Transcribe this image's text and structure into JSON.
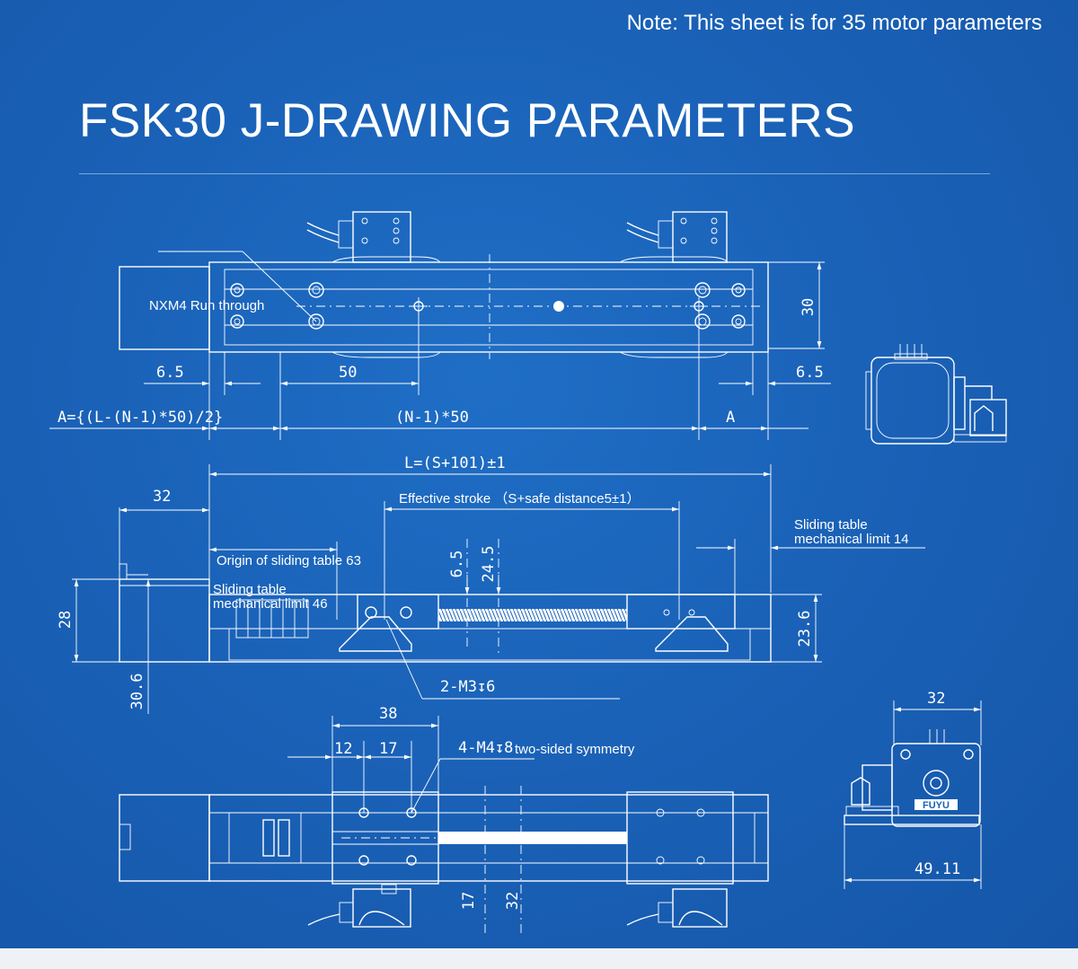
{
  "note": "Note: This sheet is for 35 motor parameters",
  "title": "FSK30 J-DRAWING PARAMETERS",
  "top_view": {
    "callout": "NXM4 Run through",
    "dim_height": "30",
    "dim_left_offset": "6.5",
    "dim_pitch": "50",
    "dim_right_offset": "6.5",
    "dim_A_formula": "A={(L-(N-1)*50)/2}",
    "dim_holes": "(N-1)*50",
    "dim_A": "A"
  },
  "side_view": {
    "dim_total_length": "L=(S+101)±1",
    "dim_motor": "32",
    "effective_stroke": "Effective stroke （S+safe distance5±1）",
    "origin_label": "Origin of sliding table 63",
    "limit_right_line1": "Sliding table",
    "limit_right_line2": "mechanical limit 14",
    "limit_left_line1": "Sliding table",
    "limit_left_line2": "mechanical limit 46",
    "dim_6_5": "6.5",
    "dim_24_5": "24.5",
    "dim_28": "28",
    "dim_23_6": "23.6",
    "dim_30_6": "30.6",
    "thread_label": "2-M3↧6"
  },
  "bottom_view": {
    "dim_38": "38",
    "dim_12": "12",
    "dim_17": "17",
    "thread_label": "4-M4↧8",
    "symmetry": "two-sided symmetry",
    "dim_17_v": "17",
    "dim_32_v": "32"
  },
  "end_view": {
    "dim_width": "32",
    "dim_total_width": "49.11",
    "logo": "FUYU"
  },
  "colors": {
    "background": "#1a62b8",
    "line": "#ffffff"
  }
}
